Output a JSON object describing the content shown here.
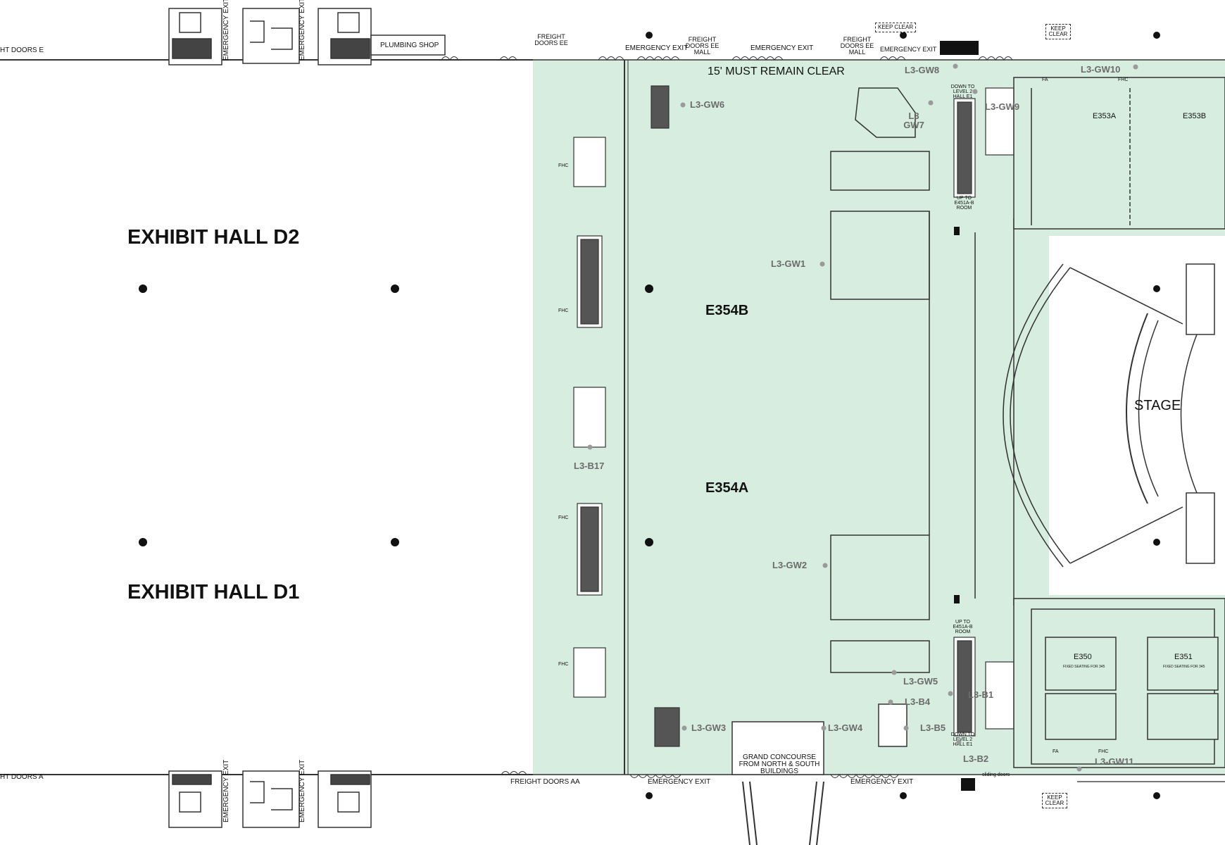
{
  "halls": {
    "d2": "EXHIBIT HALL D2",
    "d1": "EXHIBIT HALL D1"
  },
  "rooms": {
    "e354b": "E354B",
    "e354a": "E354A",
    "e353a": "E353A",
    "e353b": "E353B",
    "e350": "E350",
    "e351": "E351",
    "e350_note": "FIXED SEATING FOR 345",
    "e351_note": "FIXED SEATING FOR 345",
    "stage": "STAGE"
  },
  "notes": {
    "must_clear": "15' MUST REMAIN CLEAR",
    "plumbing_shop": "PLUMBING SHOP",
    "doors_e": "HT DOORS E",
    "doors_a": "HT DOORS A",
    "freight_ee": "FREIGHT DOORS EE",
    "freight_ee_mall": "FREIGHT DOORS EE MALL",
    "freight_ee_mall2": "FREIGHT DOORS EE MALL",
    "freight_aa": "FREIGHT DOORS AA",
    "emergency_exit": "EMERGENCY EXIT",
    "emergency_exit_vert": "EMERGENCY EXIT",
    "keep_clear": "KEEP CLEAR",
    "keep_clear2": "KEEP CLEAR",
    "keep_clear3": "KEEP CLEAR",
    "grand_concourse": "GRAND CONCOURSE FROM NORTH & SOUTH BUILDINGS",
    "down_level2_top": "DOWN TO LEVEL 2 HALL E1",
    "down_level2_bottom": "DOWN TO LEVEL 2 HALL E1",
    "up_to_room_top": "UP TO E451A-B ROOM",
    "up_to_room_bottom": "UP TO E451A-B ROOM",
    "sliding_doors": "sliding doors",
    "fhc": "FHC",
    "fa": "FA"
  },
  "gateways": {
    "gw1": "L3-GW1",
    "gw2": "L3-GW2",
    "gw3": "L3-GW3",
    "gw4": "L3-GW4",
    "gw5": "L3-GW5",
    "gw6": "L3-GW6",
    "gw7": "L3 GW7",
    "gw8": "L3-GW8",
    "gw9": "L3-GW9",
    "gw10": "L3-GW10",
    "gw11": "L3-GW11",
    "b1": "L3-B1",
    "b2": "L3-B2",
    "b4": "L3-B4",
    "b5": "L3-B5",
    "b17": "L3-B17"
  },
  "colors": {
    "lobby_fill": "#d6eddf",
    "line": "#222222",
    "gateway_text": "#6b6b6b"
  }
}
